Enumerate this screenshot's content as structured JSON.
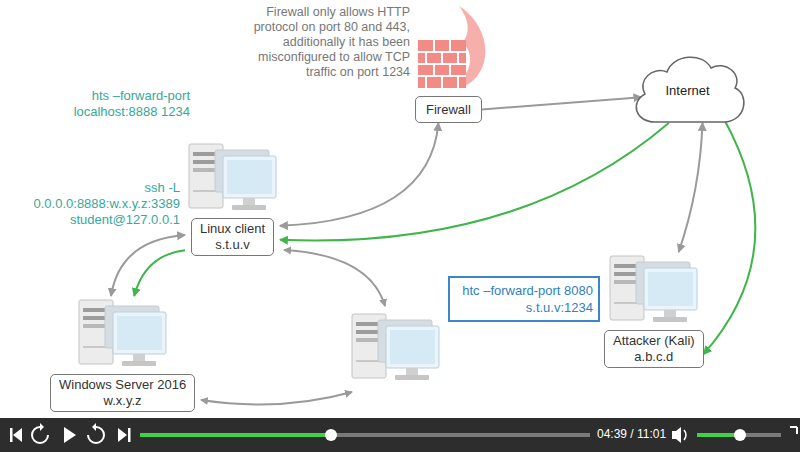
{
  "diagram": {
    "nodes": [
      {
        "text": [
          "Firewall"
        ]
      },
      {
        "text": [
          "Internet"
        ]
      },
      {
        "text": [
          "Linux client",
          "s.t.u.v"
        ]
      },
      {
        "text": [
          "htc –forward-port 8080 s.t.u.v:1234"
        ]
      },
      {
        "text": [
          "Attacker (Kali)",
          "a.b.c.d"
        ]
      },
      {
        "text": [
          "Windows Server 2016",
          "w.x.y.z"
        ]
      }
    ],
    "edges": [
      {
        "from": 0,
        "to": 1,
        "arrow": "to"
      },
      {
        "from": 2,
        "to": 0,
        "arrow": "both"
      },
      {
        "from": 1,
        "to": 2,
        "arrow": "to"
      },
      {
        "from": 2,
        "to": 5,
        "arrow": "to"
      },
      {
        "from": 2,
        "to": 5,
        "arrow": "both"
      },
      {
        "from": 4,
        "to": 1,
        "arrow": "both"
      },
      {
        "from": 1,
        "to": 4,
        "arrow": "to"
      }
    ],
    "labels": [
      "Firewall only allows HTTP protocol on port 80 and 443, additionally it has been misconfigured to allow TCP traffic on port 1234",
      "hts –forward-port localhost:8888 1234",
      "ssh -L 0.0.0.0:8888:w.x.y.z:3389 student@127.0.0.1",
      "04:39 / 11:01"
    ]
  }
}
